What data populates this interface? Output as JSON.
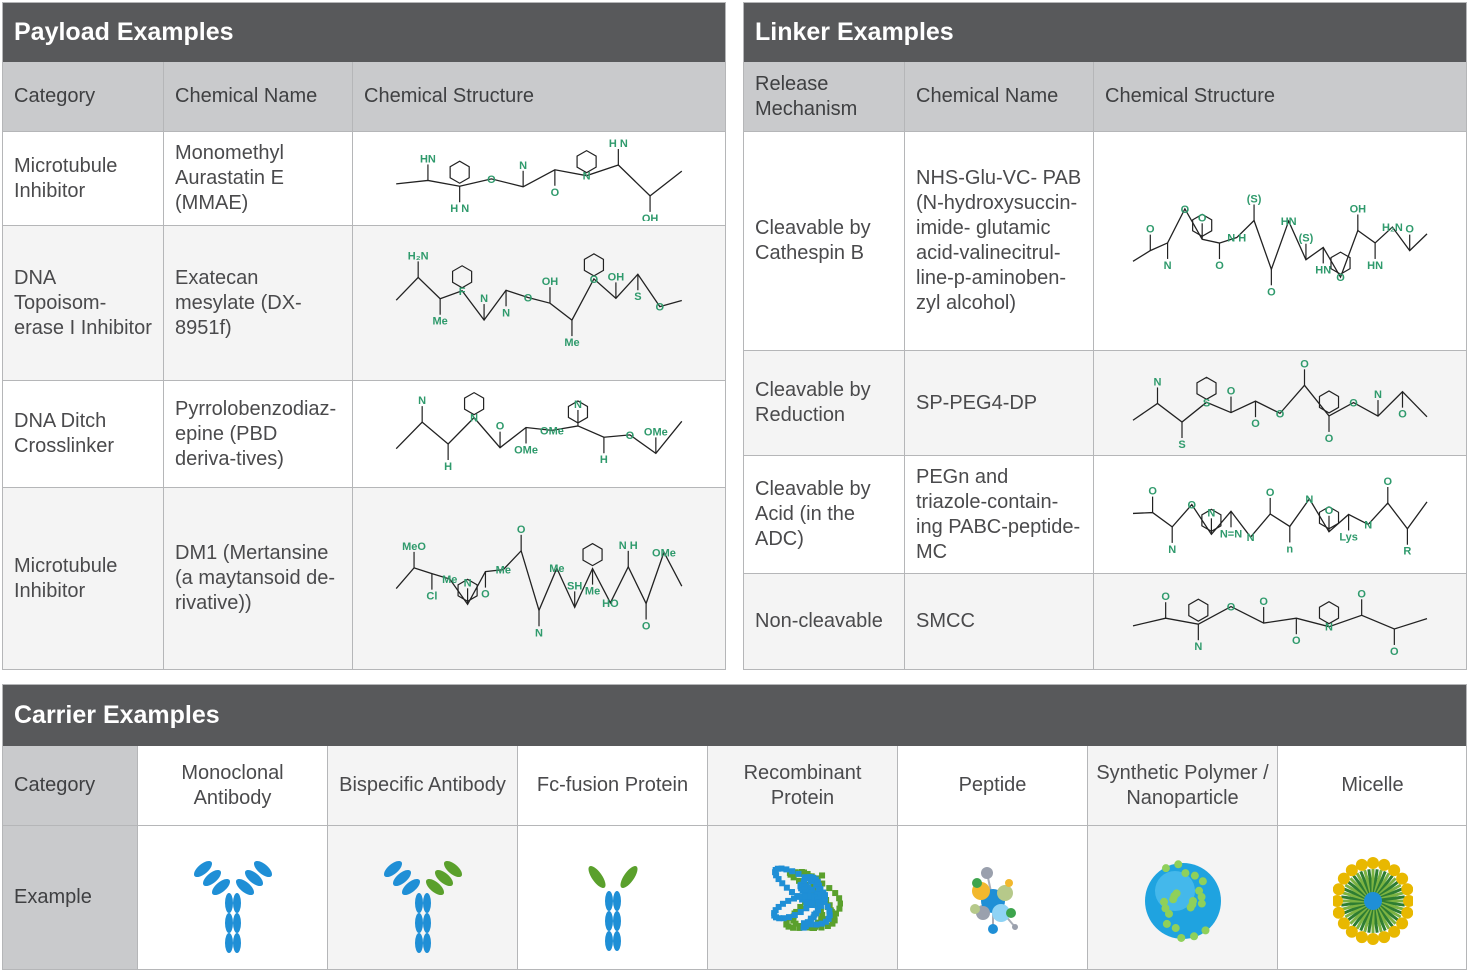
{
  "payload": {
    "title": "Payload Examples",
    "headers": [
      "Category",
      "Chemical Name",
      "Chemical Structure"
    ],
    "rows": [
      {
        "category": "Microtubule Inhibitor",
        "name": "Monomethyl Aurastatin E (MMAE)",
        "atoms": [
          "HN",
          "H N",
          "O",
          "N",
          "O",
          "N",
          "H N",
          "OH"
        ]
      },
      {
        "category": "DNA Topoisom-erase I Inhibitor",
        "name": "Exatecan mesylate (DX-8951f)",
        "atoms": [
          "H₂N",
          "Me",
          "F",
          "N",
          "N",
          "O",
          "OH",
          "Me",
          "O",
          "OH",
          "S",
          "O"
        ]
      },
      {
        "category": "DNA Ditch Crosslinker",
        "name": "Pyrrolobenzodiaz-epine (PBD deriva-tives)",
        "atoms": [
          "N",
          "H",
          "N",
          "O",
          "OMe",
          "OMe",
          "N",
          "H",
          "O",
          "OMe"
        ]
      },
      {
        "category": "Microtubule Inhibitor",
        "name": "DM1 (Mertansine (a maytansoid de-rivative))",
        "atoms": [
          "MeO",
          "Cl",
          "Me",
          "N",
          "O",
          "Me",
          "O",
          "N",
          "Me",
          "SH",
          "Me",
          "HO",
          "N H",
          "O",
          "OMe"
        ]
      }
    ]
  },
  "linker": {
    "title": "Linker Examples",
    "headers": [
      "Release Mechanism",
      "Chemical Name",
      "Chemical Structure"
    ],
    "rows": [
      {
        "mechanism": "Cleavable by Cathespin B",
        "name": "NHS-Glu-VC- PAB (N-hydroxysuccin-imide- glutamic acid-valinecitrul-line-p-aminoben-zyl alcohol)",
        "atoms": [
          "O",
          "N",
          "O",
          "O",
          "O",
          "N H",
          "(S)",
          "O",
          "HN",
          "(S)",
          "HN",
          "O",
          "OH",
          "HN",
          "H₂N",
          "O"
        ]
      },
      {
        "mechanism": "Cleavable by Reduction",
        "name": "SP-PEG4-DP",
        "atoms": [
          "N",
          "S",
          "S",
          "O",
          "O",
          "O",
          "O",
          "O",
          "O",
          "N",
          "O"
        ]
      },
      {
        "mechanism": "Cleavable by Acid (in the ADC)",
        "name": "PEGn and triazole-contain-ing PABC-peptide-MC",
        "atoms": [
          "O",
          "N",
          "O",
          "N",
          "N=N",
          "N",
          "O",
          "n",
          "N",
          "O",
          "Lys",
          "N",
          "O",
          "R"
        ]
      },
      {
        "mechanism": "Non-cleavable",
        "name": "SMCC",
        "atoms": [
          "O",
          "N",
          "O",
          "O",
          "O",
          "N",
          "O",
          "O"
        ]
      }
    ]
  },
  "carrier": {
    "title": "Carrier Examples",
    "category_label": "Category",
    "example_label": "Example",
    "items": [
      {
        "label": "Monoclonal Antibody",
        "icon": "monoclonal-antibody-icon"
      },
      {
        "label": "Bispecific Antibody",
        "icon": "bispecific-antibody-icon"
      },
      {
        "label": "Fc-fusion Protein",
        "icon": "fc-fusion-protein-icon"
      },
      {
        "label": "Recombinant Protein",
        "icon": "recombinant-protein-icon"
      },
      {
        "label": "Peptide",
        "icon": "peptide-icon"
      },
      {
        "label": "Synthetic Polymer / Nanoparticle",
        "icon": "nanoparticle-icon"
      },
      {
        "label": "Micelle",
        "icon": "micelle-icon"
      }
    ]
  },
  "colors": {
    "title_bg": "#58595b",
    "header_bg": "#c9cacc",
    "alt_bg": "#f4f4f4",
    "atom_green": "#2f9a6c",
    "blue": "#1f8fd6",
    "green": "#5aa02c"
  }
}
